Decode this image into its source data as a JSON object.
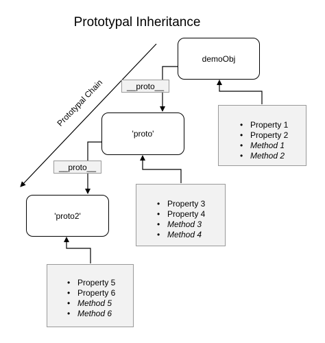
{
  "title": "Prototypal Inheritance",
  "chain_label": "Prototypal Chain",
  "nodes": {
    "demo_obj": "demoObj",
    "proto": "'proto'",
    "proto2": "'proto2'"
  },
  "links": {
    "proto_link_1": "__proto__",
    "proto_link_2": "__proto__"
  },
  "property_boxes": {
    "demo_obj": {
      "properties": [
        "Property 1",
        "Property 2"
      ],
      "methods": [
        "Method 1",
        "Method 2"
      ]
    },
    "proto": {
      "properties": [
        "Property 3",
        "Property 4"
      ],
      "methods": [
        "Method 3",
        "Method 4"
      ]
    },
    "proto2": {
      "properties": [
        "Property 5",
        "Property 6"
      ],
      "methods": [
        "Method 5",
        "Method 6"
      ]
    }
  },
  "colors": {
    "box_fill": "#f2f2f2",
    "box_border": "#999999",
    "line": "#000000"
  }
}
